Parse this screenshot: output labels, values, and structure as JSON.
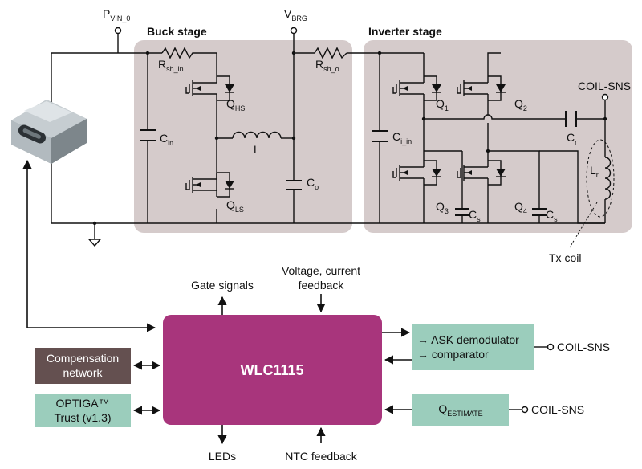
{
  "stages": {
    "buck": "Buck stage",
    "inverter": "Inverter stage"
  },
  "nodes": {
    "pvin_main": "P",
    "pvin_sub": "VIN_0",
    "vbrg_main": "V",
    "vbrg_sub": "BRG",
    "coil_sns_top": "COIL-SNS"
  },
  "components": {
    "rsh_in_main": "R",
    "rsh_in_sub": "sh_in",
    "rsh_o_main": "R",
    "rsh_o_sub": "sh_o",
    "q_main": "Q",
    "qhs_sub": "HS",
    "qls_sub": "LS",
    "q1_sub": "1",
    "q2_sub": "2",
    "q3_sub": "3",
    "q4_sub": "4",
    "c_main": "C",
    "cin_sub": "in",
    "co_sub": "o",
    "ciin_sub": "i_in",
    "cr_sub": "r",
    "cs_sub": "s",
    "inductor": "L",
    "lr_main": "L",
    "lr_sub": "r",
    "tx_coil": "Tx coil"
  },
  "controller": {
    "name": "WLC1115",
    "gate_signals": "Gate signals",
    "feedback_line1": "Voltage, current",
    "feedback_line2": "feedback",
    "leds": "LEDs",
    "ntc": "NTC feedback"
  },
  "blocks": {
    "compensation_line1": "Compensation",
    "compensation_line2": "network",
    "optiga_line1": "OPTIGA™",
    "optiga_line2": "Trust (v1.3)",
    "ask_line1": "→ ASK demodulator",
    "ask_line2": "→ comparator",
    "qest_main": "Q",
    "qest_sub": "ESTIMATE",
    "coil_sns_ask": "COIL-SNS",
    "coil_sns_qest": "COIL-SNS"
  },
  "colors": {
    "stage_bg": "#d5cbcb",
    "controller": "#a8357c",
    "compensation": "#645050",
    "teal_block": "#9bcdbc"
  }
}
